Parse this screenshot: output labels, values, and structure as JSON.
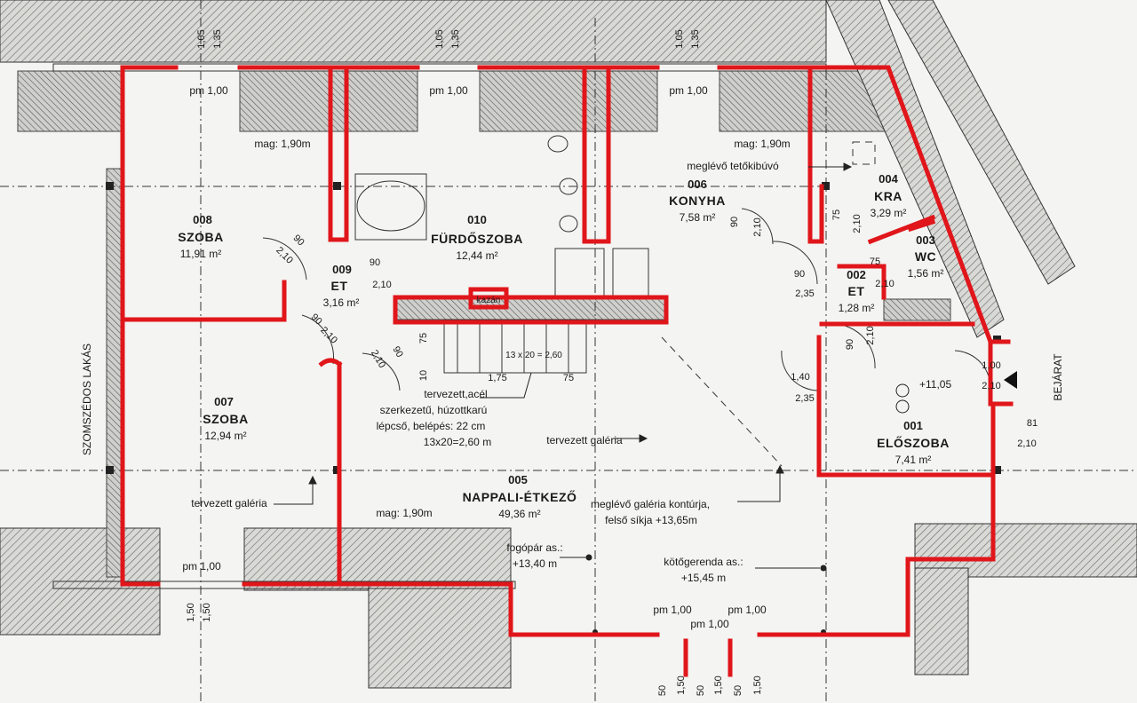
{
  "rooms": [
    {
      "id": "room-008",
      "number": "008",
      "name": "SZOBA",
      "area": "11,91 m²"
    },
    {
      "id": "room-007",
      "number": "007",
      "name": "SZOBA",
      "area": "12,94 m²"
    },
    {
      "id": "room-009",
      "number": "009",
      "name": "ET",
      "area": "3,16 m²"
    },
    {
      "id": "room-010",
      "number": "010",
      "name": "FÜRDŐSZOBA",
      "area": "12,44 m²"
    },
    {
      "id": "room-006",
      "number": "006",
      "name": "KONYHA",
      "area": "7,58 m²"
    },
    {
      "id": "room-004",
      "number": "004",
      "name": "KRA",
      "area": "3,29 m²"
    },
    {
      "id": "room-003",
      "number": "003",
      "name": "WC",
      "area": "1,56 m²"
    },
    {
      "id": "room-002",
      "number": "002",
      "name": "ET",
      "area": "1,28 m²"
    },
    {
      "id": "room-001",
      "number": "001",
      "name": "ELŐSZOBA",
      "area": "7,41 m²"
    },
    {
      "id": "room-005",
      "number": "005",
      "name": "NAPPALI-ÉTKEZŐ",
      "area": "49,36 m²"
    }
  ],
  "notes": {
    "neighbor": "SZOMSZÉDOS LAKÁS",
    "entrance": "BEJÁRAT",
    "level": "+11,05",
    "kazan": "kazán",
    "hatch": "meglévő tetőkibúvó",
    "stair_l1": "tervezett,acél",
    "stair_l2": "szerkezetű, húzottkarú",
    "stair_l3": "lépcső, belépés: 22 cm",
    "stair_l4": "13x20=2,60 m",
    "stair_inner": "13 x 20 = 2,60",
    "gallery_center": "tervezett galéria",
    "gallery_left": "tervezett galéria",
    "contour_l1": "meglévő galéria kontúrja,",
    "contour_l2": "felső síkja +13,65m",
    "fogopar_l1": "fogópár as.:",
    "fogopar_l2": "+13,40 m",
    "kotogerenda_l1": "kötőgerenda as.:",
    "kotogerenda_l2": "+15,45 m",
    "mag_1": "mag: 1,90m",
    "mag_2": "mag: 1,90m",
    "mag_3": "mag: 1,90m"
  },
  "dims": {
    "top_1": "1,05",
    "top_2": "1,35",
    "top_3": "1,05",
    "top_4": "1,35",
    "top_5": "1,05",
    "top_6": "1,35",
    "pm_1": "pm 1,00",
    "pm_2": "pm 1,00",
    "pm_3": "pm 1,00",
    "pm_4": "pm 1,00",
    "pm_5": "pm 1,00",
    "pm_6": "pm 1,00",
    "pm_7": "pm 1,00",
    "bot_1": "1,50",
    "bot_2": "1,50",
    "bb_1": "50",
    "bb_2": "1,50",
    "bb_3": "50",
    "bb_4": "1,50",
    "bb_5": "50",
    "bb_6": "1,50",
    "d_90a": "90",
    "d_210a": "2,10",
    "d_90b": "90",
    "d_210b": "2,10",
    "d_90c": "90",
    "d_210c": "2,10",
    "d_90d": "90",
    "d_210d": "2,10",
    "d_90e": "90",
    "d_210e": "2,10",
    "d_75a": "75",
    "d_210f": "2,10",
    "d_75b": "75",
    "d_210g": "2,10",
    "d_90f": "90",
    "d_235a": "2,35",
    "d_90g": "90",
    "d_210h": "2,10",
    "d_140": "1,40",
    "d_235b": "2,35",
    "d_100": "1,00",
    "d_210i": "2,10",
    "d_81": "81",
    "d_210j": "2,10",
    "d_75c": "75",
    "d_10": "10",
    "d_175": "1,75",
    "d_75d": "75"
  }
}
